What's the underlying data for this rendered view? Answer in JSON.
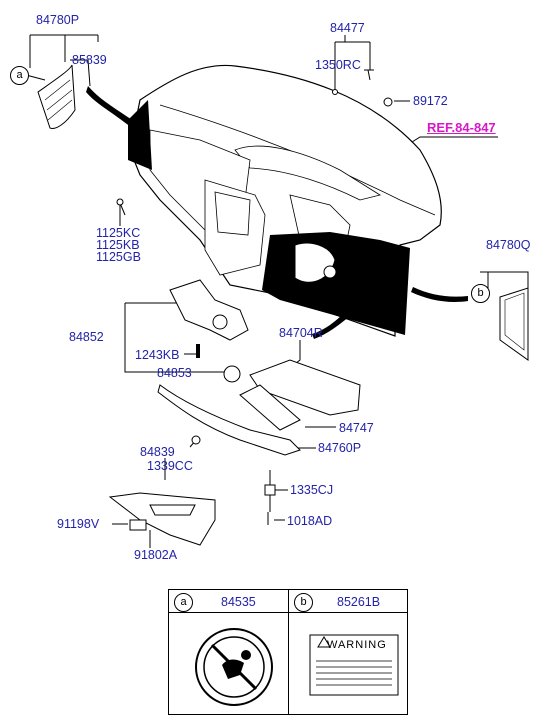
{
  "reference": {
    "label": "REF.84-847"
  },
  "parts": {
    "p84780P": "84780P",
    "p85839": "85839",
    "p84477": "84477",
    "p1350RC": "1350RC",
    "p89172": "89172",
    "p1125KC": "1125KC",
    "p1125KB": "1125KB",
    "p1125GB": "1125GB",
    "p84780Q": "84780Q",
    "p84852": "84852",
    "p1243KB": "1243KB",
    "p84853": "84853",
    "p84704R": "84704R",
    "p84747": "84747",
    "p84760P": "84760P",
    "p84839": "84839",
    "p1339CC": "1339CC",
    "p1335CJ": "1335CJ",
    "p1018AD": "1018AD",
    "p91198V": "91198V",
    "p91802A": "91802A"
  },
  "callouts": {
    "a": "a",
    "b": "b"
  },
  "legend": {
    "a": {
      "marker": "a",
      "part": "84535"
    },
    "b": {
      "marker": "b",
      "part": "85261B",
      "label_title": "WARNING"
    }
  },
  "colors": {
    "part_number": "#2323a8",
    "reference": "#d419c8",
    "line": "#000000"
  }
}
